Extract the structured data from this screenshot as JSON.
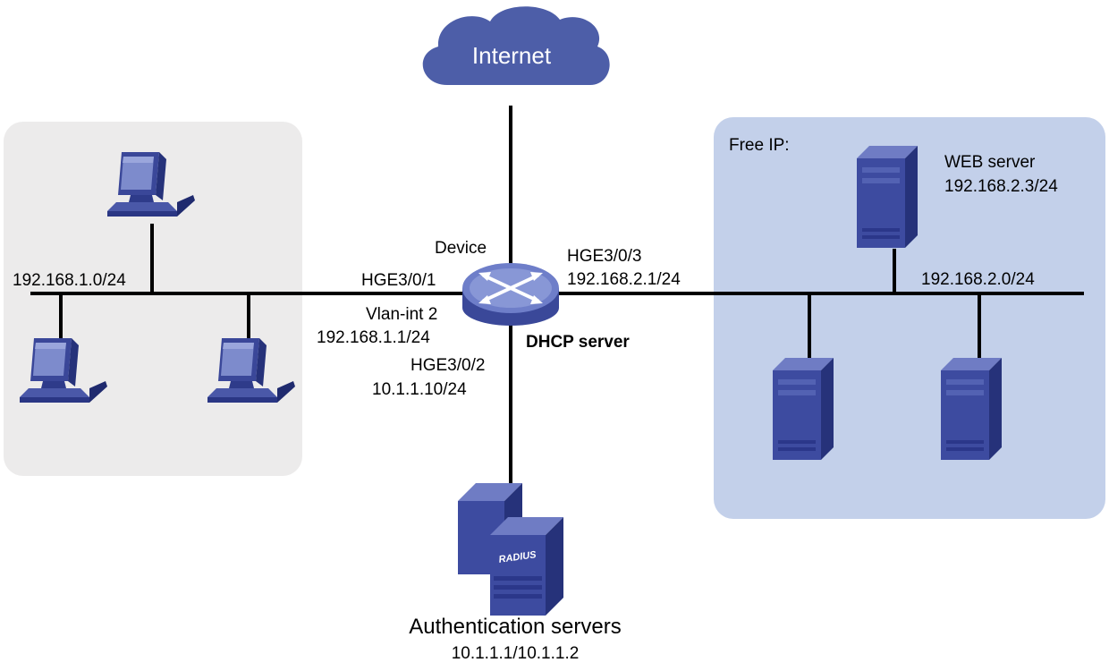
{
  "colors": {
    "left_zone": "#ecebeb",
    "right_zone": "#c3d0ea",
    "device_blue": "#3f4ea3",
    "cloud_blue": "#4d5ea8",
    "link": "#000000"
  },
  "internet": {
    "label": "Internet",
    "icon": "cloud-icon"
  },
  "device": {
    "name": "Device",
    "role": "DHCP server",
    "icon": "switch-icon",
    "ports": {
      "left": {
        "name": "HGE3/0/1",
        "vlan": "Vlan-int 2",
        "ip": "192.168.1.1/24"
      },
      "bottom": {
        "name": "HGE3/0/2",
        "ip": "10.1.1.10/24"
      },
      "right": {
        "name": "HGE3/0/3",
        "ip": "192.168.2.1/24"
      }
    }
  },
  "left_subnet": {
    "label": "192.168.1.0/24",
    "hosts": [
      "pc-icon",
      "pc-icon",
      "pc-icon"
    ]
  },
  "right_subnet": {
    "zone_label": "Free IP:",
    "label": "192.168.2.0/24",
    "web_server": {
      "name": "WEB server",
      "ip": "192.168.2.3/24",
      "icon": "server-icon"
    },
    "other_servers": [
      "server-icon",
      "server-icon"
    ]
  },
  "auth_servers": {
    "label": "Authentication servers",
    "ips": "10.1.1.1/10.1.1.2",
    "badge": "RADIUS",
    "icon": "radius-server-icon"
  }
}
